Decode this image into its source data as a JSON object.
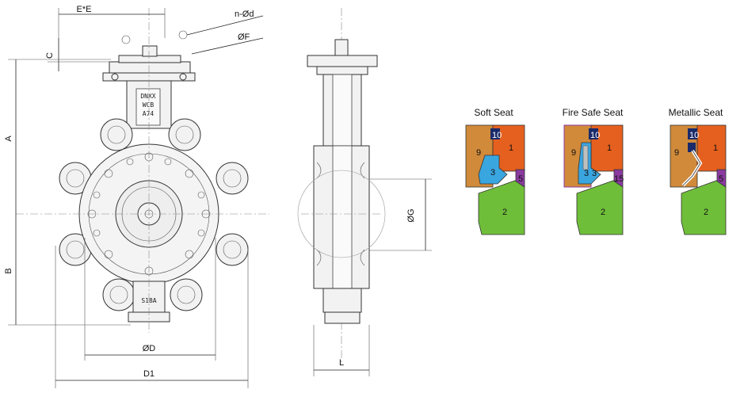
{
  "dimensions": {
    "ee": "E*E",
    "n_d": "n-Ød",
    "f": "ØF",
    "c": "C",
    "a": "A",
    "b": "B",
    "d": "ØD",
    "d1": "D1",
    "g": "ØG",
    "l": "L"
  },
  "casting_marks": {
    "line1": "DNXX",
    "line2": "WCB",
    "line3": "A74",
    "bottom": "S18A"
  },
  "seats": [
    {
      "title": "Soft Seat",
      "parts": [
        "9",
        "10",
        "1",
        "3",
        "5",
        "2"
      ]
    },
    {
      "title": "Fire Safe Seat",
      "parts": [
        "9",
        "10",
        "1",
        "3",
        "3",
        "15",
        "2"
      ]
    },
    {
      "title": "Metallic Seat",
      "parts": [
        "9",
        "10",
        "1",
        "5",
        "2"
      ]
    }
  ],
  "colors": {
    "part_9": "#d08a3a",
    "part_1": "#e5601e",
    "part_2": "#6fbe3a",
    "part_3": "#3aa6e0",
    "part_5": "#8a3aa0",
    "part_10": "#1a2a6a"
  }
}
